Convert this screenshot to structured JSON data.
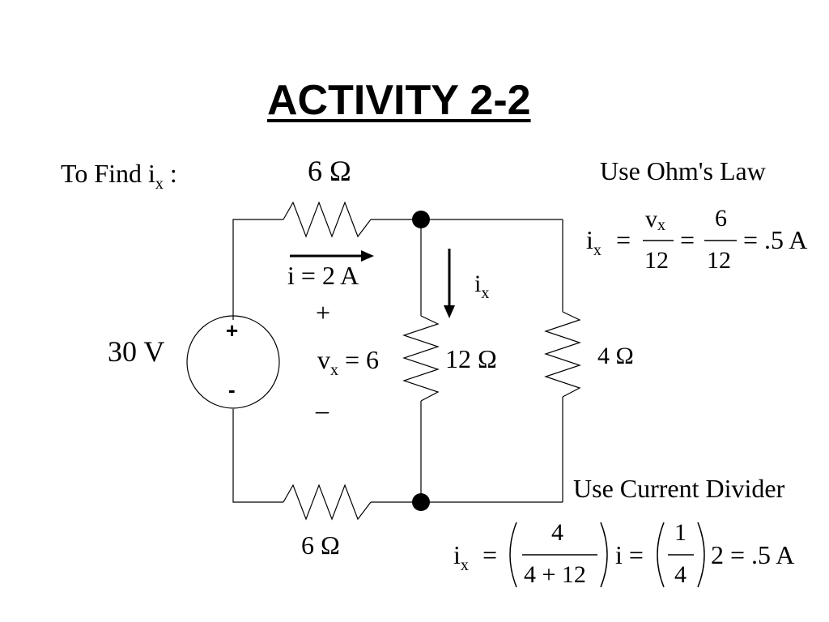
{
  "title": "ACTIVITY 2-2",
  "labels": {
    "to_find": "To Find i",
    "to_find_sub": "x",
    "to_find_colon": " :",
    "r_top": "6 Ω",
    "r_bottom": "6 Ω",
    "r_mid": "12 Ω",
    "r_right": "4 Ω",
    "source": "30 V",
    "source_plus": "+",
    "source_minus": "-",
    "current_i": "i = 2  A",
    "ix_arrow_label": "i",
    "ix_arrow_sub": "x",
    "vx_plus": "+",
    "vx_label": "v",
    "vx_sub": "x",
    "vx_value": " = 6",
    "vx_minus": "–"
  },
  "ohm": {
    "heading": "Use Ohm's Law",
    "lhs": "i",
    "lhs_sub": "x",
    "eq1": "=",
    "num1": "v",
    "num1_sub": "x",
    "den1": "12",
    "eq2": "=",
    "num2": "6",
    "den2": "12",
    "result": "= .5  A"
  },
  "divider": {
    "heading": "Use Current Divider",
    "lhs": "i",
    "lhs_sub": "x",
    "eq1": "=",
    "num1": "4",
    "den1": "4 + 12",
    "mid": "i =",
    "num2": "1",
    "den2": "4",
    "result": "2 = .5  A"
  }
}
